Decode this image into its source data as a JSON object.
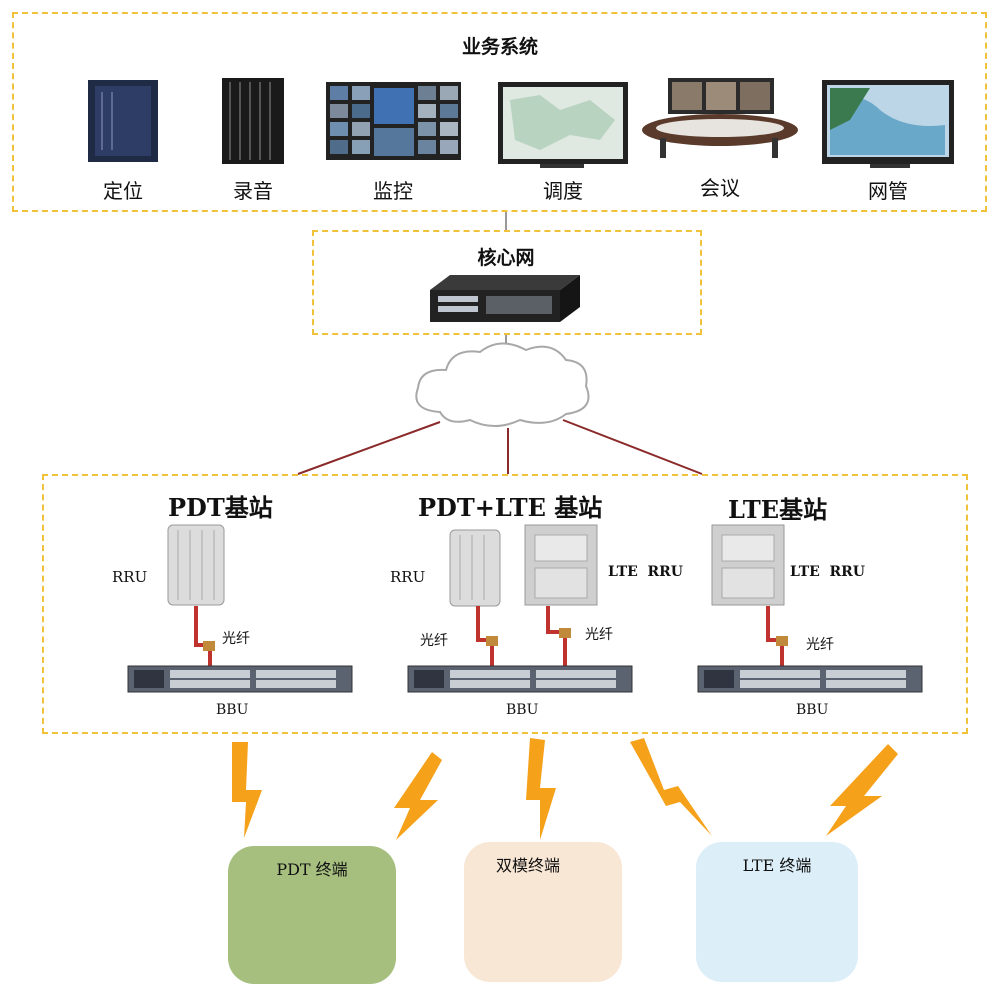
{
  "business": {
    "title": "业务系统",
    "items": [
      "定位",
      "录音",
      "监控",
      "调度",
      "会议",
      "网管"
    ]
  },
  "core": {
    "title": "核心网"
  },
  "stations": {
    "pdt": {
      "title": "PDT基站",
      "rru": "RRU",
      "fiber": "光纤",
      "bbu": "BBU"
    },
    "dual": {
      "title": "PDT+LTE 基站",
      "rru": "RRU",
      "lte_rru": "LTE  RRU",
      "fiber1": "光纤",
      "fiber2": "光纤",
      "bbu": "BBU"
    },
    "lte": {
      "title": "LTE基站",
      "lte_rru": "LTE  RRU",
      "fiber": "光纤",
      "bbu": "BBU"
    }
  },
  "terminals": {
    "pdt": "PDT 终端",
    "dual": "双模终端",
    "lte": "LTE 终端"
  },
  "colors": {
    "dash": "#f0c13a",
    "link": "#8b2a2a",
    "lightning": "#f6a11a",
    "fiber": "#c0322d",
    "pdt_term_bg": "#a6bf7e",
    "dual_term_bg": "#f9e7d6",
    "lte_term_bg": "#dceef8"
  }
}
